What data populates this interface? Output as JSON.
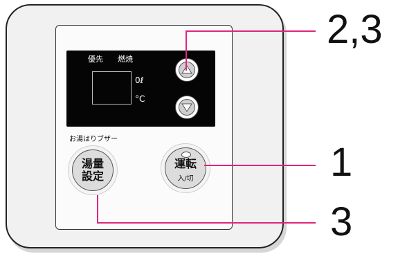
{
  "display": {
    "priority_label": "優先",
    "burn_label": "燃焼",
    "flow_unit": "0ℓ",
    "temp_unit": "°C"
  },
  "buzzer_label": "お湯はりブザー",
  "buttons": {
    "bath_setting_line1": "湯量",
    "bath_setting_line2": "設定",
    "run_line1": "運転",
    "run_line2": "入/切"
  },
  "callouts": {
    "arrows": "2,3",
    "run": "1",
    "bath": "3"
  },
  "colors": {
    "callout_line": "#e0257b"
  },
  "icons": {
    "up": "triangle-up-icon",
    "down": "triangle-down-icon"
  }
}
